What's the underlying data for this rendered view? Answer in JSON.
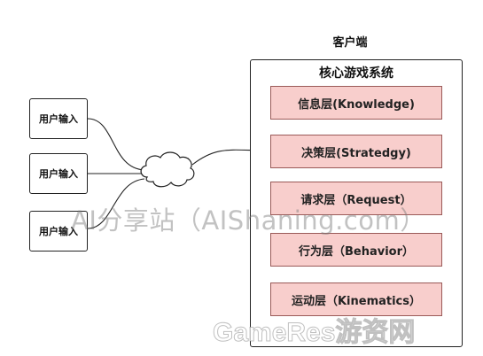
{
  "client": {
    "label": "客户端"
  },
  "system": {
    "title": "核心游戏系统",
    "layers": [
      {
        "label": "信息层(Knowledge)"
      },
      {
        "label": "决策层(Stratedgy)"
      },
      {
        "label": "请求层（Request）"
      },
      {
        "label": "行为层（Behavior）"
      },
      {
        "label": "运动层（Kinematics）"
      }
    ]
  },
  "users": [
    {
      "label": "用户输入"
    },
    {
      "label": "用户输入"
    },
    {
      "label": "用户输入"
    }
  ],
  "colors": {
    "layer_fill": "#f8cecc",
    "layer_border": "#9a5a58",
    "line": "#222222"
  },
  "watermarks": {
    "primary": "AI分享站（AIShaning.com）",
    "secondary": "GameRes游资网"
  }
}
